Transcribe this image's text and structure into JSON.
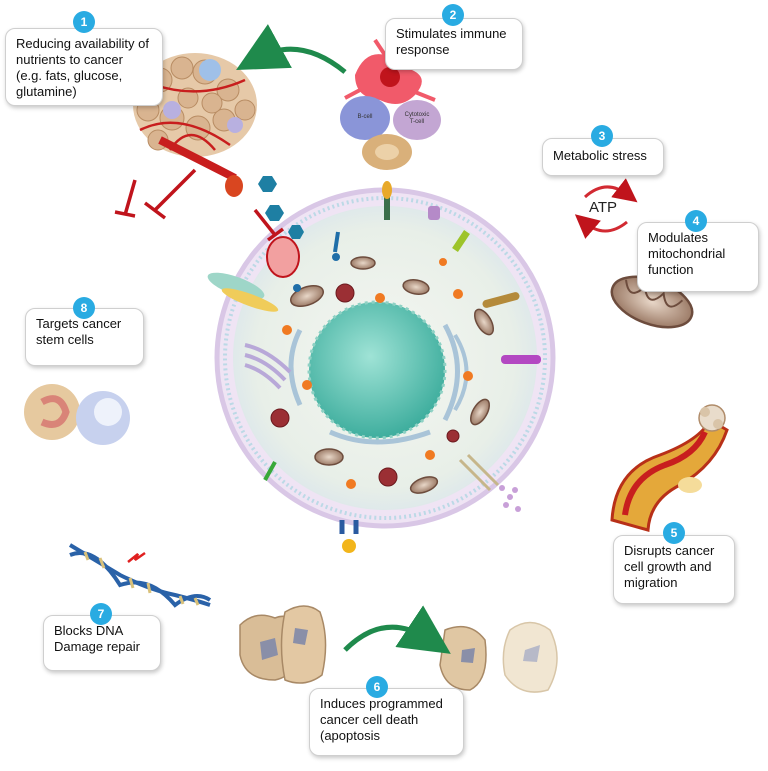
{
  "steps": [
    {
      "number": "1",
      "text": "Reducing availability of nutrients to cancer (e.g. fats, glucose, glutamine)"
    },
    {
      "number": "2",
      "text": "Stimulates immune response"
    },
    {
      "number": "3",
      "text": "Metabolic stress"
    },
    {
      "number": "4",
      "text": "Modulates mitochondrial function"
    },
    {
      "number": "5",
      "text": "Disrupts cancer cell growth and migration"
    },
    {
      "number": "6",
      "text": "Induces programmed cancer cell death (apoptosis"
    },
    {
      "number": "7",
      "text": "Blocks DNA Damage repair"
    },
    {
      "number": "8",
      "text": "Targets cancer stem cells"
    }
  ],
  "labels": {
    "atp": "ATP",
    "b_cell": "B-cell",
    "t_cell": "Cytotoxic T-cell"
  },
  "colors": {
    "badge": "#29abe2",
    "arrow_green": "#1f8a4c",
    "inhibit_red": "#c0141c",
    "cell_membrane": "#d9c7e6",
    "nucleus": "#5fc4b4"
  }
}
